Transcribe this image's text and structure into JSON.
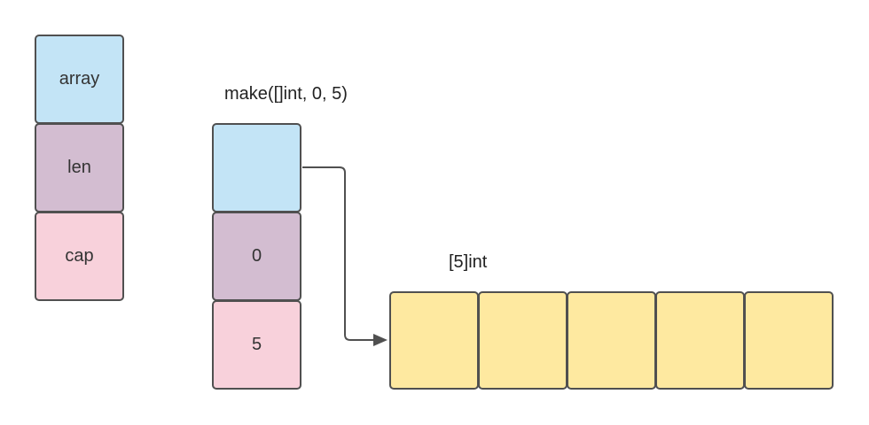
{
  "colors": {
    "array": "#c3e4f6",
    "len": "#d3bdd1",
    "cap": "#f8d1db",
    "element": "#fee9a0",
    "border": "#505050",
    "arrow": "#505050"
  },
  "legend": {
    "array": "array",
    "len": "len",
    "cap": "cap"
  },
  "slice": {
    "expression": "make([]int, 0, 5)",
    "array_value": "",
    "len_value": "0",
    "cap_value": "5"
  },
  "backing_array": {
    "type_label": "[5]int",
    "elements": [
      "",
      "",
      "",
      "",
      ""
    ]
  }
}
